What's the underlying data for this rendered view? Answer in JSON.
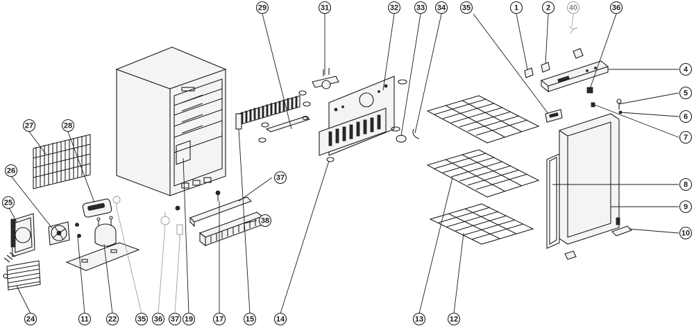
{
  "callouts": [
    {
      "id": "1",
      "ghost": false
    },
    {
      "id": "2",
      "ghost": false
    },
    {
      "id": "40",
      "ghost": true
    },
    {
      "id": "36",
      "ghost": false
    },
    {
      "id": "4",
      "ghost": false
    },
    {
      "id": "5",
      "ghost": false
    },
    {
      "id": "6",
      "ghost": false
    },
    {
      "id": "7",
      "ghost": false
    },
    {
      "id": "8",
      "ghost": false
    },
    {
      "id": "9",
      "ghost": false
    },
    {
      "id": "10",
      "ghost": false
    },
    {
      "id": "35",
      "ghost": false
    },
    {
      "id": "34",
      "ghost": false
    },
    {
      "id": "33",
      "ghost": false
    },
    {
      "id": "32",
      "ghost": false
    },
    {
      "id": "31",
      "ghost": false
    },
    {
      "id": "29",
      "ghost": false
    },
    {
      "id": "27",
      "ghost": false
    },
    {
      "id": "28",
      "ghost": false
    },
    {
      "id": "26",
      "ghost": false
    },
    {
      "id": "25",
      "ghost": false
    },
    {
      "id": "24",
      "ghost": false
    },
    {
      "id": "11",
      "ghost": false
    },
    {
      "id": "22",
      "ghost": false
    },
    {
      "id": "35",
      "ghost": false
    },
    {
      "id": "36",
      "ghost": false
    },
    {
      "id": "37",
      "ghost": false
    },
    {
      "id": "19",
      "ghost": false
    },
    {
      "id": "17",
      "ghost": false
    },
    {
      "id": "15",
      "ghost": false
    },
    {
      "id": "14",
      "ghost": false
    },
    {
      "id": "13",
      "ghost": false
    },
    {
      "id": "12",
      "ghost": false
    },
    {
      "id": "37",
      "ghost": false
    },
    {
      "id": "38",
      "ghost": false
    }
  ]
}
